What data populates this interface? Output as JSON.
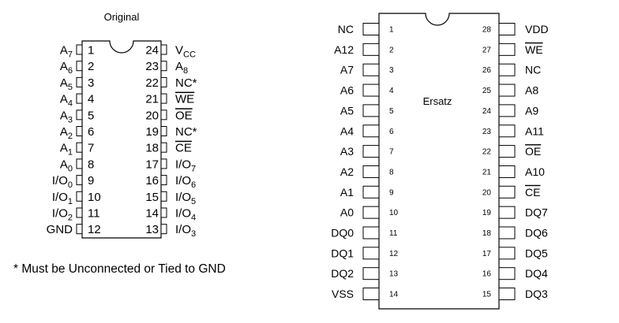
{
  "left": {
    "title": "Original",
    "footnote": "* Must be Unconnected or Tied to GND",
    "pins": [
      {
        "n": 1,
        "base": "A",
        "sub": "7"
      },
      {
        "n": 2,
        "base": "A",
        "sub": "6"
      },
      {
        "n": 3,
        "base": "A",
        "sub": "5"
      },
      {
        "n": 4,
        "base": "A",
        "sub": "4"
      },
      {
        "n": 5,
        "base": "A",
        "sub": "3"
      },
      {
        "n": 6,
        "base": "A",
        "sub": "2"
      },
      {
        "n": 7,
        "base": "A",
        "sub": "1"
      },
      {
        "n": 8,
        "base": "A",
        "sub": "0"
      },
      {
        "n": 9,
        "base": "I/O",
        "sub": "0"
      },
      {
        "n": 10,
        "base": "I/O",
        "sub": "1"
      },
      {
        "n": 11,
        "base": "I/O",
        "sub": "2"
      },
      {
        "n": 12,
        "base": "GND",
        "sub": ""
      },
      {
        "n": 13,
        "base": "I/O",
        "sub": "3"
      },
      {
        "n": 14,
        "base": "I/O",
        "sub": "4"
      },
      {
        "n": 15,
        "base": "I/O",
        "sub": "5"
      },
      {
        "n": 16,
        "base": "I/O",
        "sub": "6"
      },
      {
        "n": 17,
        "base": "I/O",
        "sub": "7"
      },
      {
        "n": 18,
        "base": "CE",
        "sub": "",
        "overline": true
      },
      {
        "n": 19,
        "base": "NC*",
        "sub": ""
      },
      {
        "n": 20,
        "base": "OE",
        "sub": "",
        "overline": true
      },
      {
        "n": 21,
        "base": "WE",
        "sub": "",
        "overline": true
      },
      {
        "n": 22,
        "base": "NC*",
        "sub": ""
      },
      {
        "n": 23,
        "base": "A",
        "sub": "8"
      },
      {
        "n": 24,
        "base": "V",
        "sub": "CC"
      }
    ]
  },
  "right": {
    "label": "Ersatz",
    "pins": [
      {
        "n": 1,
        "label": "NC"
      },
      {
        "n": 2,
        "label": "A12"
      },
      {
        "n": 3,
        "label": "A7"
      },
      {
        "n": 4,
        "label": "A6"
      },
      {
        "n": 5,
        "label": "A5"
      },
      {
        "n": 6,
        "label": "A4"
      },
      {
        "n": 7,
        "label": "A3"
      },
      {
        "n": 8,
        "label": "A2"
      },
      {
        "n": 9,
        "label": "A1"
      },
      {
        "n": 10,
        "label": "A0"
      },
      {
        "n": 11,
        "label": "DQ0"
      },
      {
        "n": 12,
        "label": "DQ1"
      },
      {
        "n": 13,
        "label": "DQ2"
      },
      {
        "n": 14,
        "label": "VSS"
      },
      {
        "n": 15,
        "label": "DQ3"
      },
      {
        "n": 16,
        "label": "DQ4"
      },
      {
        "n": 17,
        "label": "DQ5"
      },
      {
        "n": 18,
        "label": "DQ6"
      },
      {
        "n": 19,
        "label": "DQ7"
      },
      {
        "n": 20,
        "label": "CE",
        "overline": true
      },
      {
        "n": 21,
        "label": "A10"
      },
      {
        "n": 22,
        "label": "OE",
        "overline": true
      },
      {
        "n": 23,
        "label": "A11"
      },
      {
        "n": 24,
        "label": "A9"
      },
      {
        "n": 25,
        "label": "A8"
      },
      {
        "n": 26,
        "label": "NC"
      },
      {
        "n": 27,
        "label": "WE",
        "overline": true
      },
      {
        "n": 28,
        "label": "VDD"
      }
    ]
  }
}
